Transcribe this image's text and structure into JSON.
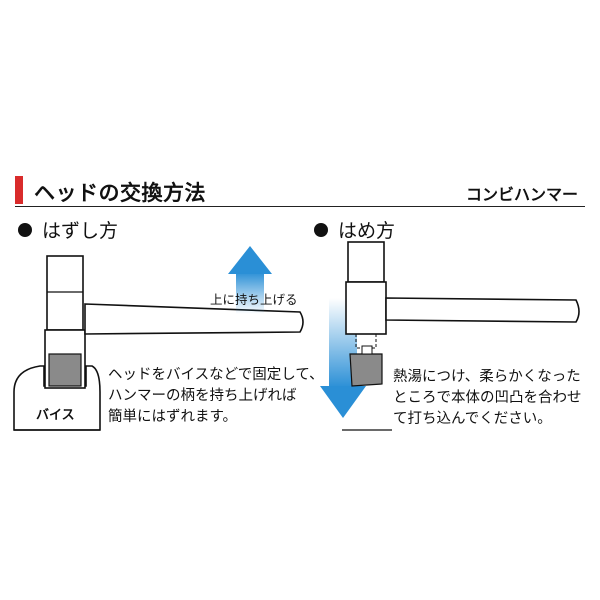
{
  "header": {
    "title": "ヘッドの交換方法",
    "product": "コンビハンマー",
    "accent_color": "#d92b2b"
  },
  "removal": {
    "heading": "はずし方",
    "arrow_label": "上に持ち上げる",
    "vise_label": "バイス",
    "description": "ヘッドをバイスなどで固定して、\nハンマーの柄を持ち上げれば\n簡単にはずれます。"
  },
  "fitting": {
    "heading": "はめ方",
    "description": "熱湯につけ、柔らかくなった\nところで本体の凹凸を合わせ\nて打ち込んでください。"
  },
  "colors": {
    "arrow_blue": "#2a8fd6",
    "head_gray": "#8a8a8a"
  },
  "icons": {
    "up_arrow": "up-arrow-icon",
    "down_arrow": "down-arrow-icon",
    "bullet": "bullet-icon"
  }
}
